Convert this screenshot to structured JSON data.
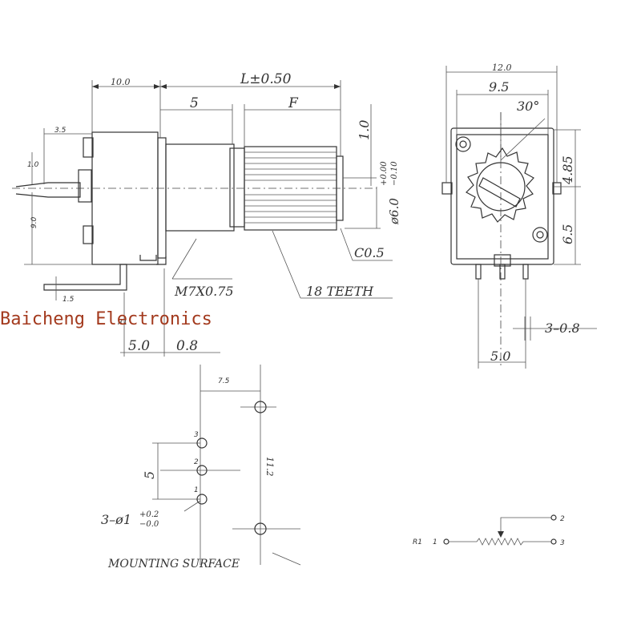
{
  "watermark": "Baicheng Electronics",
  "side_view": {
    "dim_overall": "L±0.50",
    "dim_10": "10.0",
    "dim_5": "5",
    "dim_F": "F",
    "dim_1_0": "1.0",
    "dim_3_5": "3.5",
    "dim_1_0_small": "1.0",
    "dim_9_0": "9.0",
    "dim_R1": "R1",
    "dim_1_5": "1.5",
    "dim_diameter": "ø6.0",
    "dim_diameter_tol_top": "+0.00",
    "dim_diameter_tol_bottom": "−0.10",
    "chamfer": "C0.5",
    "thread": "M7X0.75",
    "teeth": "18 TEETH",
    "dim_5_0": "5.0",
    "dim_0_8": "0.8"
  },
  "front_view": {
    "dim_12_0": "12.0",
    "dim_9_5": "9.5",
    "angle": "30°",
    "dim_4_85": "4.85",
    "dim_6_5": "6.5",
    "dim_3_0_8": "3–0.8",
    "dim_5_0": "5.0"
  },
  "footprint": {
    "dim_7_5": "7.5",
    "dim_11_2": "11.2",
    "dim_5": "5",
    "pin3": "3",
    "pin2": "2",
    "pin1": "1",
    "hole_spec": "3–ø1",
    "hole_tol_top": "+0.2",
    "hole_tol_bottom": "−0.0",
    "mounting_surface": "MOUNTING SURFACE"
  },
  "schematic": {
    "ref": "R1",
    "pin1": "1",
    "pin2": "2",
    "pin3": "3"
  }
}
